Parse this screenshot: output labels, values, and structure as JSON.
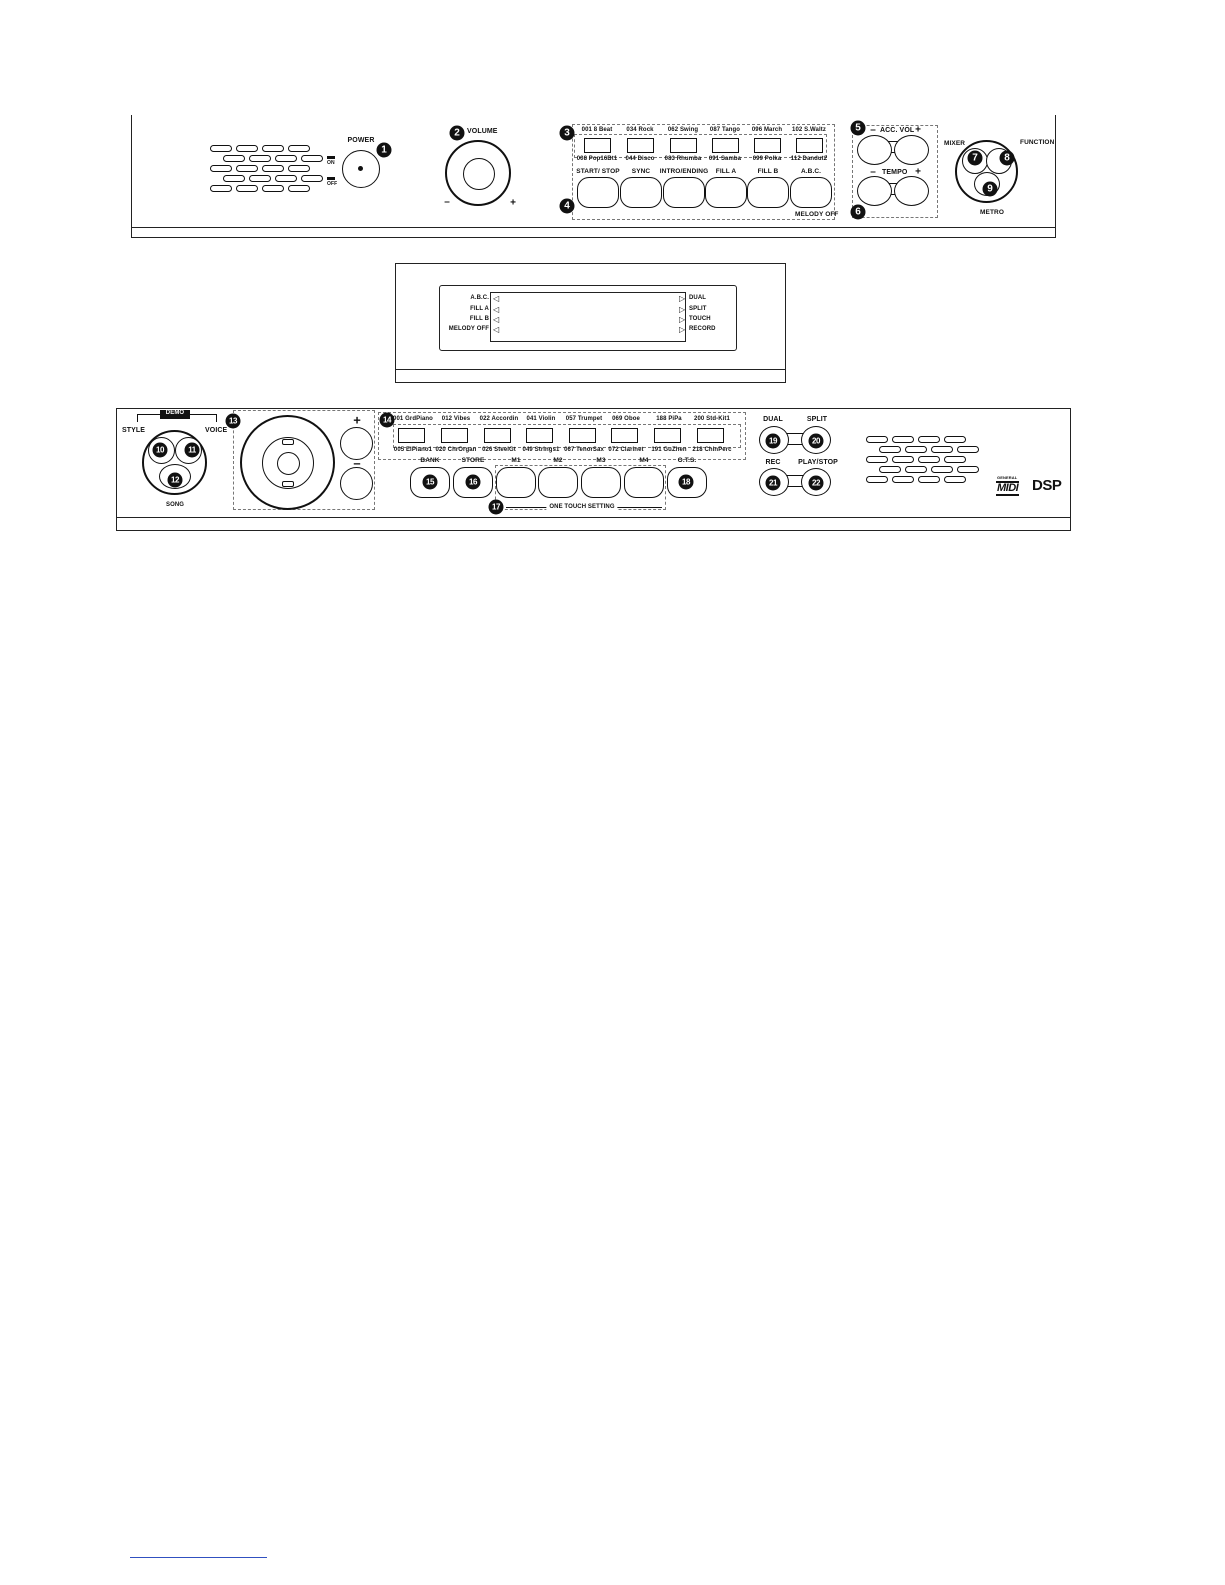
{
  "top_panel": {
    "power": {
      "label": "POWER",
      "on": "ON",
      "off": "OFF",
      "callout": "1"
    },
    "volume": {
      "label": "VOLUME",
      "minus": "–",
      "plus": "+",
      "callout": "2"
    },
    "style_group": {
      "callout": "3",
      "top_labels": [
        "001 8 Beat",
        "034 Rock",
        "062 Swing",
        "087 Tango",
        "096 March",
        "102 S.Waltz"
      ],
      "bottom_labels": [
        "008 Pop16Bt1",
        "044 Disco",
        "083 Rhumba",
        "091 Samba",
        "099 Polka",
        "112 Dandut2"
      ]
    },
    "control_group": {
      "callout": "4",
      "labels": [
        "START/ STOP",
        "SYNC",
        "INTRO/ENDING",
        "FILL A",
        "FILL B",
        "A.B.C."
      ],
      "melody_off": "MELODY OFF"
    },
    "acc_vol": {
      "callout": "5",
      "minus": "–",
      "label": "ACC. VOL",
      "plus": "+"
    },
    "tempo": {
      "callout": "6",
      "minus": "–",
      "label": "TEMPO",
      "plus": "+"
    },
    "cluster": {
      "mixer": "MIXER",
      "function": "FUNCTION",
      "metro": "METRO",
      "c7": "7",
      "c8": "8",
      "c9": "9"
    }
  },
  "lcd": {
    "left": [
      "A.B.C.",
      "FILL A",
      "FILL B",
      "MELODY OFF"
    ],
    "right": [
      "DUAL",
      "SPLIT",
      "TOUCH",
      "RECORD"
    ]
  },
  "bottom_panel": {
    "demo": {
      "label": "DEMO",
      "style": "STYLE",
      "voice": "VOICE",
      "song": "SONG",
      "c10": "10",
      "c11": "11",
      "c12": "12"
    },
    "dial": {
      "callout": "13",
      "plus": "+",
      "minus": "–"
    },
    "voice_group": {
      "callout": "14",
      "top_labels": [
        "001 GrdPiano",
        "012 Vibes",
        "022 Accordin",
        "041 Violin",
        "057 Trumpet",
        "069 Oboe",
        "188 PiPa",
        "200 Std-Kit1"
      ],
      "bottom_labels": [
        "005 ElPiano1",
        "020 ChrOrgan",
        "026 SteelGt",
        "049 Strings1",
        "067 TenorSax",
        "072 Clarinet",
        "191 GuZhen",
        "218 ChinPerc"
      ]
    },
    "memory": {
      "bank": "BANK",
      "store": "STORE",
      "m1": "M1",
      "m2": "M2",
      "m3": "M3",
      "m4": "M4",
      "ots": "O.T.S.",
      "one_touch": "ONE TOUCH SETTING",
      "c15": "15",
      "c16": "16",
      "c17": "17",
      "c18": "18"
    },
    "modes": {
      "dual": "DUAL",
      "split": "SPLIT",
      "rec": "REC",
      "play_stop": "PLAY/STOP",
      "c19": "19",
      "c20": "20",
      "c21": "21",
      "c22": "22"
    },
    "logos": {
      "gm_small": "GENERAL",
      "midi": "MIDI",
      "dsp": "DSP"
    }
  }
}
